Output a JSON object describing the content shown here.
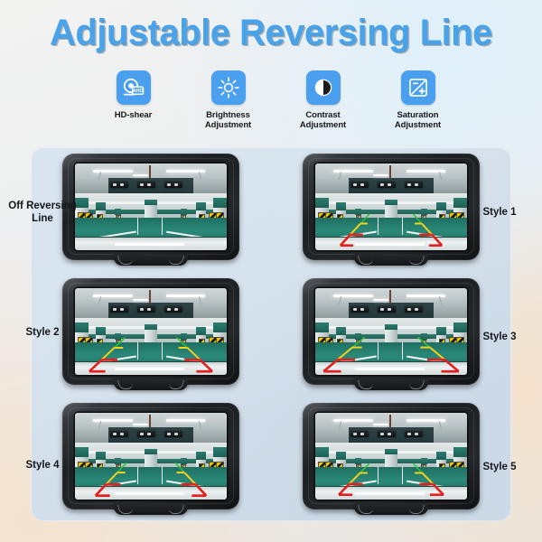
{
  "header": {
    "title": "Adjustable Reversing Line",
    "title_color": "#4aa3e8",
    "features": [
      {
        "label": "HD-shear",
        "icon": "ahd-camera-icon",
        "badge": "AHD"
      },
      {
        "label": "Brightness\nAdjustment",
        "icon": "brightness-sun-icon",
        "badge": ""
      },
      {
        "label": "Contrast\nAdjustment",
        "icon": "contrast-circle-icon",
        "badge": ""
      },
      {
        "label": "Saturation\nAdjustment",
        "icon": "saturation-square-icon",
        "badge": ""
      }
    ],
    "feature_box_color": "#4aa0ee"
  },
  "panel": {
    "background_color": "#d3dfea",
    "monitors": [
      {
        "label": "Off Reversing Line",
        "label_side": "left",
        "style_id": 0,
        "guides": "none"
      },
      {
        "label": "Style 1",
        "label_side": "right",
        "style_id": 1,
        "guides": "narrow"
      },
      {
        "label": "Style 2",
        "label_side": "left",
        "style_id": 2,
        "guides": "wide"
      },
      {
        "label": "Style 3",
        "label_side": "right",
        "style_id": 3,
        "guides": "widest"
      },
      {
        "label": "Style 4",
        "label_side": "left",
        "style_id": 4,
        "guides": "medium"
      },
      {
        "label": "Style 5",
        "label_side": "right",
        "style_id": 5,
        "guides": "narrow2"
      }
    ],
    "guide_colors": {
      "near_red": "#e41f1f",
      "mid_yellow": "#f2d21c",
      "far_green": "#2fc23a",
      "center_white": "#ffffff"
    }
  },
  "scene": {
    "name": "parking-garage-rear-view",
    "floor_color": "#2b8878",
    "pillar_color": "#cfd8d8",
    "hazard_stripe_colors": [
      "#f2c400",
      "#1b1b1b"
    ],
    "ceiling_color": "#b9c3c5"
  }
}
